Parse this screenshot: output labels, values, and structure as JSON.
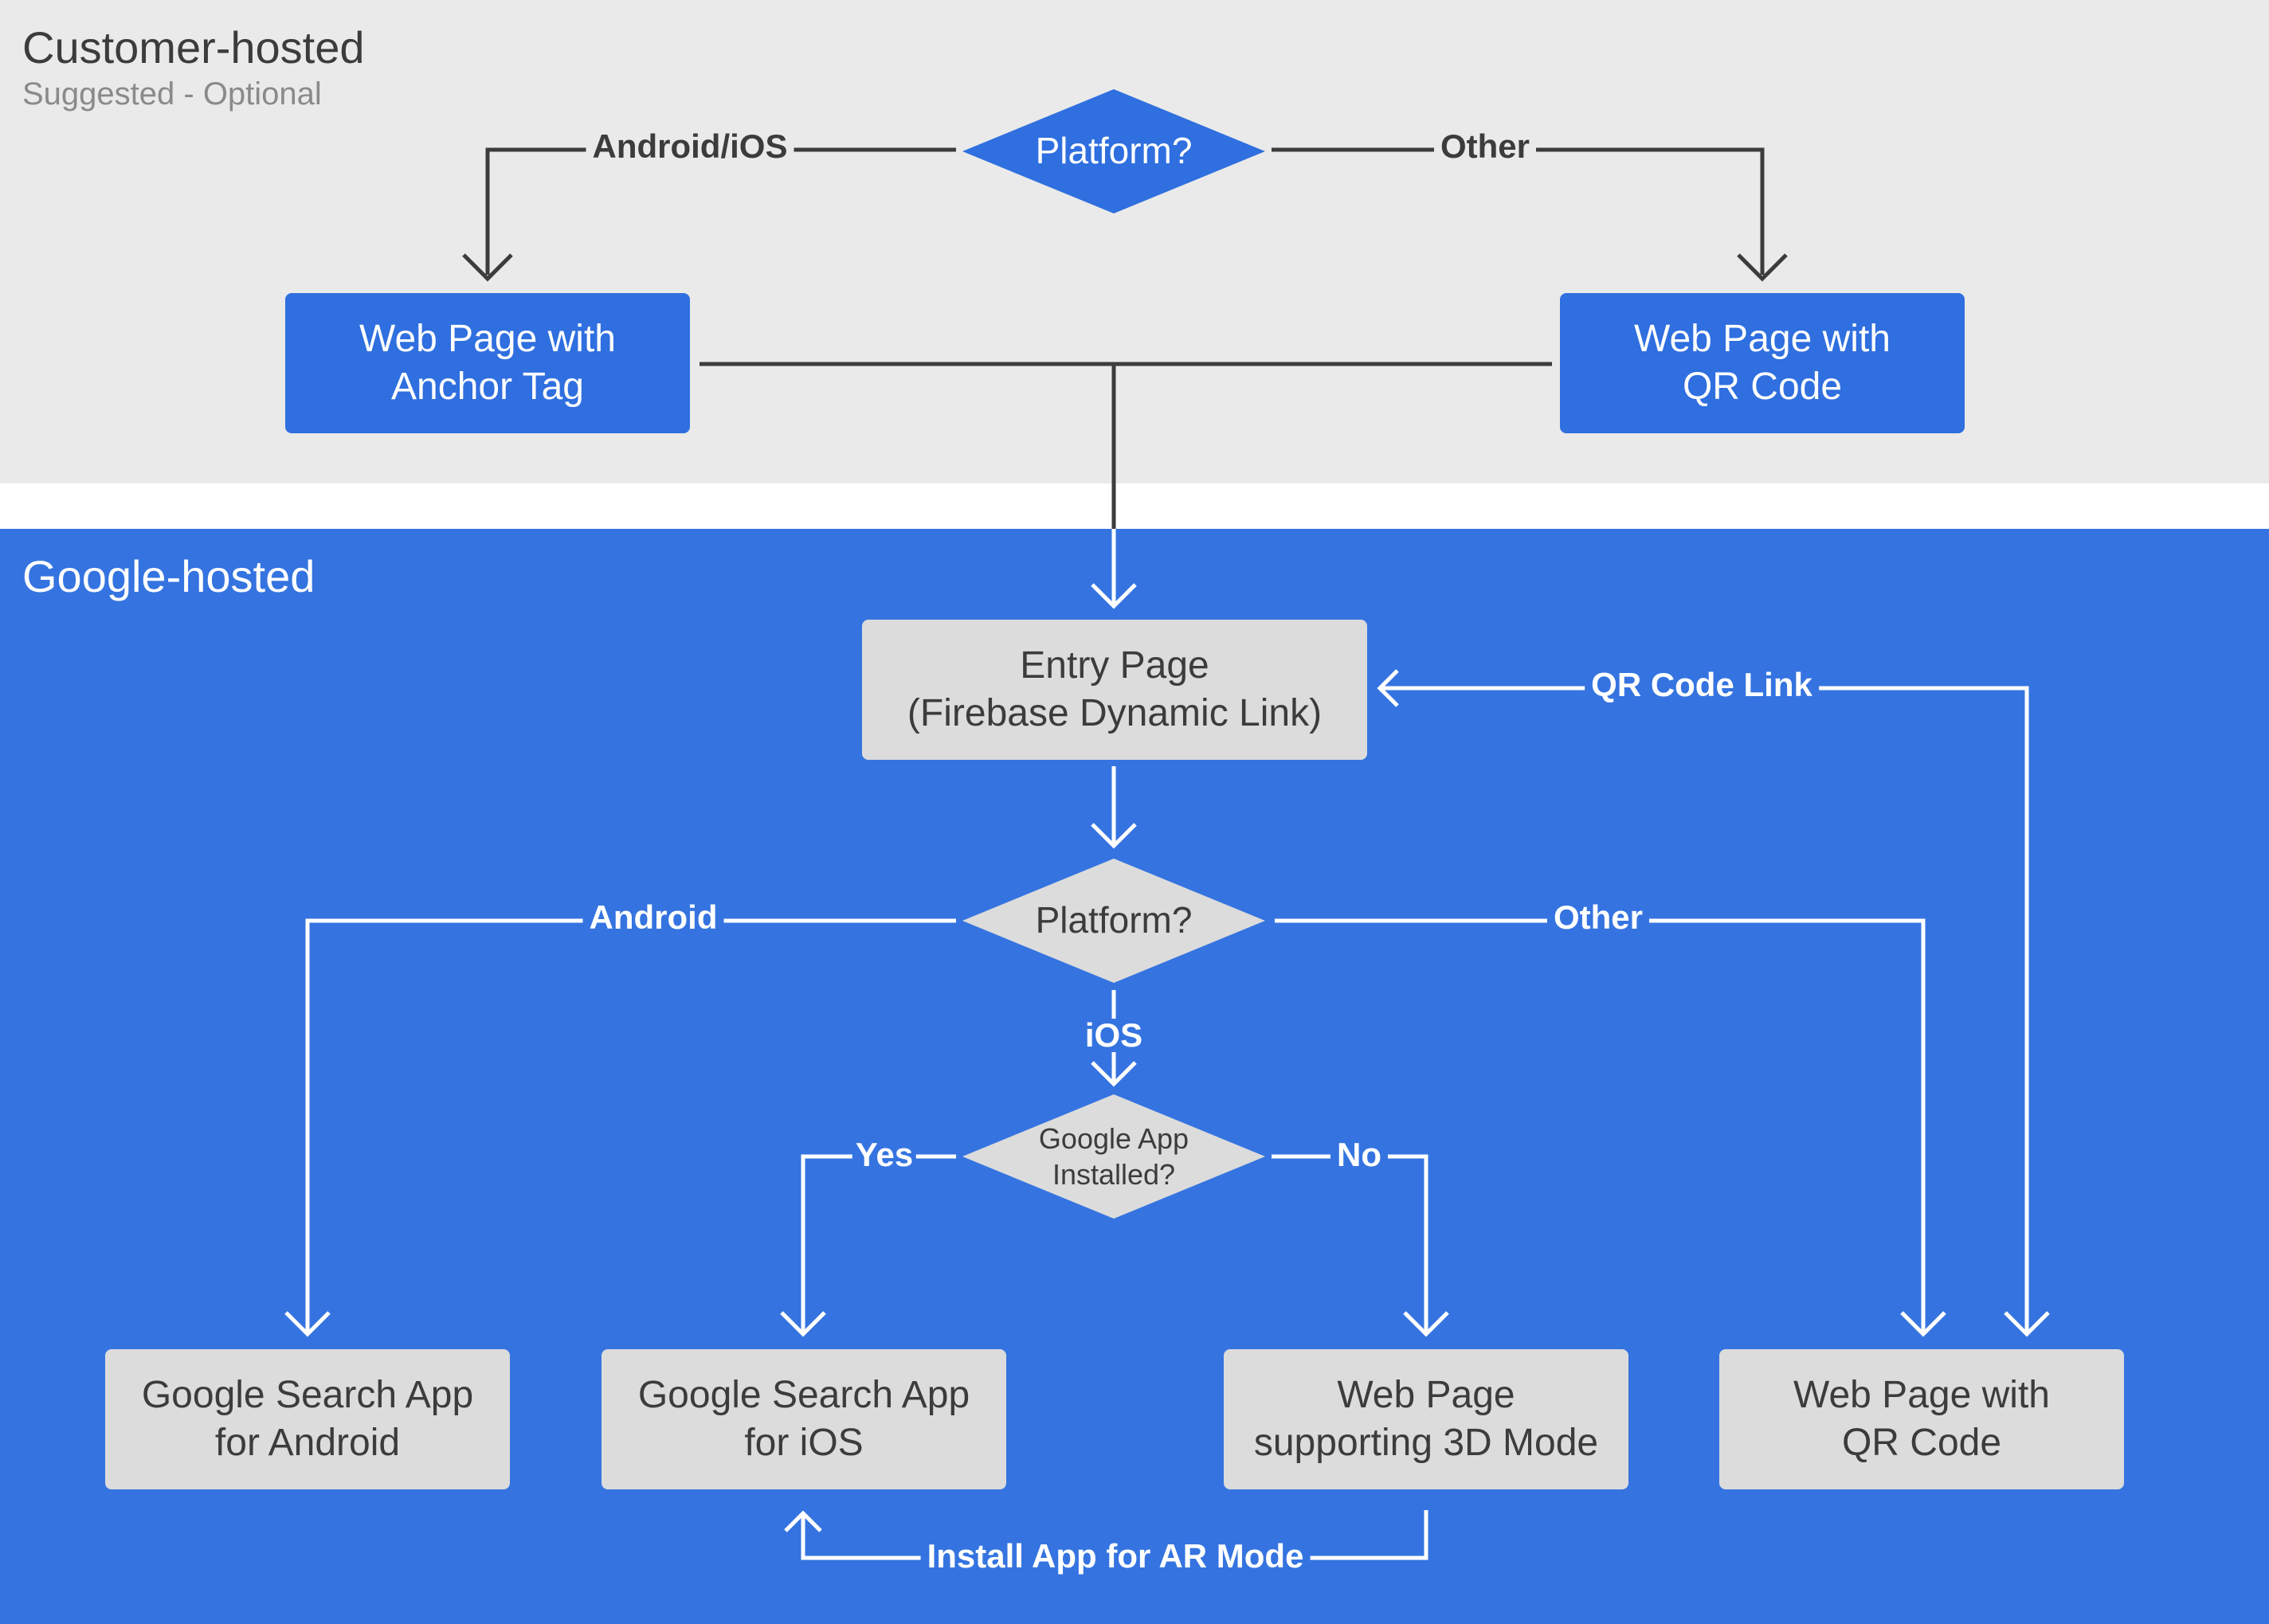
{
  "customer_section": {
    "title": "Customer-hosted",
    "subtitle": "Suggested - Optional"
  },
  "google_section": {
    "title": "Google-hosted"
  },
  "nodes": {
    "platform_top": {
      "text": "Platform?"
    },
    "anchor_page": {
      "line1": "Web Page with",
      "line2": "Anchor Tag"
    },
    "qr_page_top": {
      "line1": "Web Page with",
      "line2": "QR Code"
    },
    "entry_page": {
      "line1": "Entry Page",
      "line2": "(Firebase Dynamic Link)"
    },
    "platform_mid": {
      "text": "Platform?"
    },
    "google_app_installed": {
      "line1": "Google App",
      "line2": "Installed?"
    },
    "search_app_android": {
      "line1": "Google Search App",
      "line2": "for Android"
    },
    "search_app_ios": {
      "line1": "Google Search App",
      "line2": "for iOS"
    },
    "web_page_3d": {
      "line1": "Web Page",
      "line2": "supporting 3D Mode"
    },
    "qr_page_bottom": {
      "line1": "Web Page with",
      "line2": "QR Code"
    }
  },
  "edge_labels": {
    "android_ios": "Android/iOS",
    "other_top": "Other",
    "qr_code_link": "QR Code Link",
    "android": "Android",
    "other_mid": "Other",
    "ios": "iOS",
    "yes": "Yes",
    "no": "No",
    "install_app": "Install App for AR Mode"
  },
  "colors": {
    "customer_band": "#eaeaea",
    "google_band": "#3574e0",
    "blue_node": "#2f6fdf",
    "grey_node": "#dcdcdc",
    "dark_line": "#3c3c3c",
    "light_line": "#ffffff"
  }
}
